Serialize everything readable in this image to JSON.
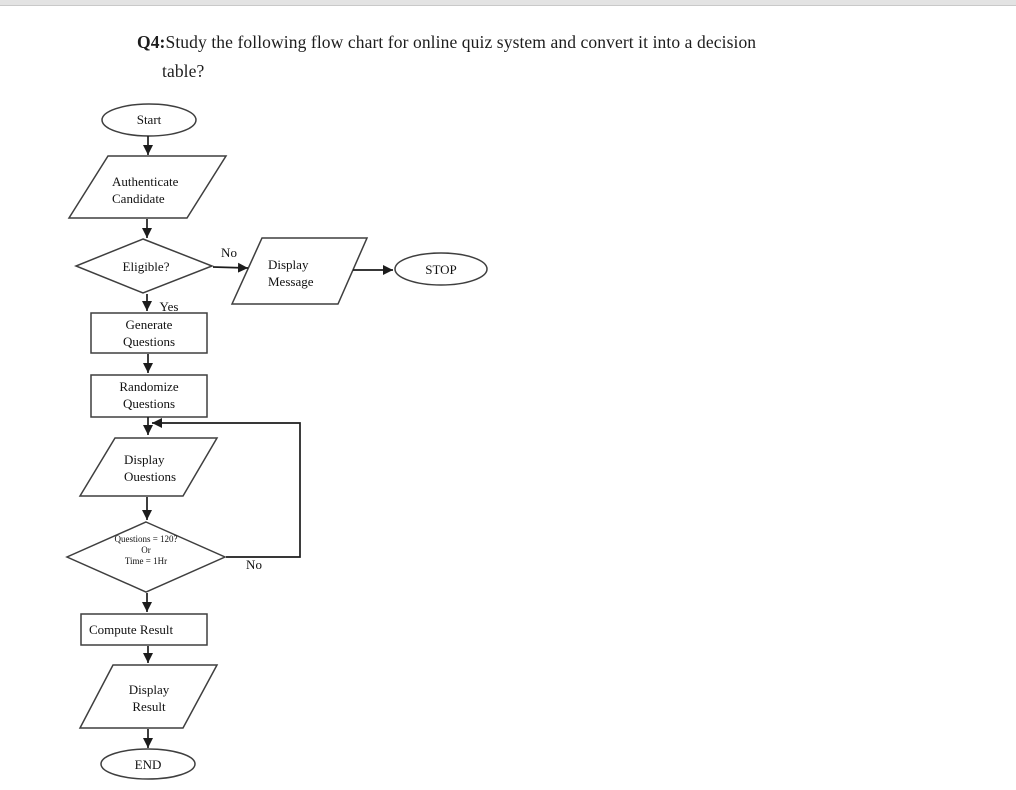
{
  "colors": {
    "top_bar": "#e3e3e3",
    "connector": "#1c1c1c",
    "shape_border": "#3f3f3f",
    "text": "#111111"
  },
  "question": {
    "number": "Q4:",
    "line1": "Study the following flow chart for online quiz system and convert it into a decision",
    "line2": "table?"
  },
  "flowchart": {
    "start": {
      "label": "Start"
    },
    "authenticate": {
      "line1": "Authenticate",
      "line2": "Candidate"
    },
    "eligible": {
      "label": "Eligible?",
      "no_label": "No",
      "yes_label": "Yes"
    },
    "display_message": {
      "line1": "Display",
      "line2": "Message"
    },
    "stop": {
      "label": "STOP"
    },
    "generate_questions": {
      "line1": "Generate",
      "line2": "Questions"
    },
    "randomize_questions": {
      "line1": "Randomize",
      "line2": "Questions"
    },
    "display_questions": {
      "line1": "Display",
      "line2": "Ouestions"
    },
    "limit_check": {
      "line1": "Questions = 120?",
      "line2": "Or",
      "line3": "Time = 1Hr",
      "no_label": "No"
    },
    "compute_result": {
      "label": "Compute Result"
    },
    "display_result": {
      "line1": "Display",
      "line2": "Result"
    },
    "end": {
      "label": "END"
    }
  }
}
